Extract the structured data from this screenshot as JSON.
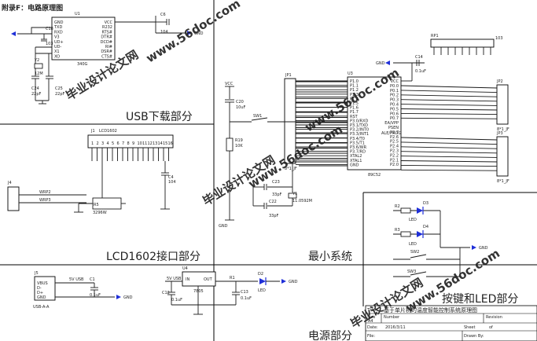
{
  "header": {
    "title": "附录F：电路原理图"
  },
  "sections": {
    "usb_download": "USB下载部分",
    "lcd_interface": "LCD1602接口部分",
    "min_system": "最小系统",
    "buttons_leds": "按键和LED部分",
    "power": "电源部分"
  },
  "watermarks": {
    "site": "www.56doc.com",
    "text": "毕业设计论文网"
  },
  "components": {
    "usb_chip": {
      "ref": "U1",
      "part": "340G",
      "left_pins": [
        "GND",
        "TXD",
        "RXD",
        "V3",
        "UD+",
        "UD-",
        "X1",
        "XO"
      ],
      "right_pins": [
        "VCC",
        "R232",
        "RTS#",
        "DTR#",
        "DCD#",
        "RI#",
        "DSR#",
        "CTS#"
      ]
    },
    "crystal_usb": {
      "ref": "Y2",
      "value": "12M"
    },
    "caps_usb": [
      {
        "ref": "C18",
        "value": "103"
      },
      {
        "ref": "C24",
        "value": "22pF"
      },
      {
        "ref": "C25",
        "value": "22pF"
      },
      {
        "ref": "C6",
        "value": "104"
      }
    ],
    "lcd": {
      "ref": "J1",
      "part": "LCD1602",
      "pot_ref": "R5",
      "pot_value": "3296W",
      "cap_ref": "C4",
      "cap_value": "104",
      "pins": [
        "1",
        "2",
        "3",
        "4",
        "5",
        "6",
        "7",
        "8",
        "9",
        "10",
        "11",
        "12",
        "13",
        "14",
        "15",
        "16"
      ]
    },
    "jumper": {
      "ref": "J4",
      "nets": [
        "WRP2",
        "WRP3"
      ]
    },
    "mcu": {
      "ref": "U3",
      "part": "89C52",
      "label_mid": "ALE/PROG",
      "left_pins": [
        "P1.0",
        "P1.1",
        "P1.2",
        "P1.3",
        "P1.4",
        "P1.5",
        "P1.6",
        "P1.7",
        "RST",
        "P3.0/RXD",
        "P3.1/TXD",
        "P3.2/INT0",
        "P3.3/INT1",
        "P3.4/T0",
        "P3.5/T1",
        "P3.6/WR",
        "P3.7/RD",
        "XTAL2",
        "XTAL1",
        "GND"
      ],
      "right_pins": [
        "VCC",
        "P0.0",
        "P0.1",
        "P0.2",
        "P0.3",
        "P0.4",
        "P0.5",
        "P0.6",
        "P0.7",
        "EA/VPP",
        "PSEN",
        "P2.7",
        "P2.6",
        "P2.5",
        "P2.4",
        "P2.3",
        "P2.2",
        "P2.1",
        "P2.0"
      ]
    },
    "reset": {
      "switch": "SW1",
      "cap_ref": "C20",
      "cap_value": "10uF",
      "res_ref": "R19",
      "res_value": "10K",
      "vcc": "VCC"
    },
    "crystal_mcu": {
      "ref": "Y1",
      "value": "11.0592M",
      "c1": "C23",
      "c1_value": "33pF",
      "c2": "C22",
      "c2_value": "33pF"
    },
    "rpack": {
      "ref": "RP1",
      "value": "103"
    },
    "headers": [
      {
        "ref": "JP1",
        "label": "8*1_JF"
      },
      {
        "ref": "JP2",
        "label": "8*1_JF"
      },
      {
        "ref": "JP3",
        "label": "8*1_JF"
      }
    ],
    "cap_c14": {
      "ref": "C14",
      "value": "0.1uF"
    },
    "leds": [
      {
        "ref": "D3",
        "res": "R2",
        "label": "LED"
      },
      {
        "ref": "D4",
        "res": "R3",
        "label": "LED"
      }
    ],
    "switches": [
      "SW2",
      "SW3"
    ],
    "usb_conn": {
      "ref": "J5",
      "label": "USB-A-A",
      "pins": [
        "VBUS",
        "D-",
        "D+",
        "GND"
      ],
      "net": "5V USB"
    },
    "regulator": {
      "ref": "U4",
      "part": "7805",
      "in": "IN",
      "out": "OUT",
      "gnd": "GND"
    },
    "power_caps": [
      {
        "ref": "C1",
        "value": "0.1uF"
      },
      {
        "ref": "C12",
        "value": "0.1uF"
      },
      {
        "ref": "C13",
        "value": "0.1uF"
      }
    ],
    "power_led": {
      "ref": "D2",
      "res": "R1",
      "label": "LED"
    }
  },
  "net_labels": {
    "gnd": "GND",
    "vcc": "VCC",
    "usb5v": "5V USB"
  },
  "title_block": {
    "title_label": "Title",
    "title": "基于单片机的温度智能控制系统原理图",
    "size_label": "Size",
    "size": "A4",
    "number_label": "Number",
    "revision_label": "Revision",
    "date_label": "Date:",
    "date": "2016/3/11",
    "sheet_label": "Sheet",
    "sheet_of": "of",
    "file_label": "File:",
    "drawn_label": "Drawn By:"
  }
}
